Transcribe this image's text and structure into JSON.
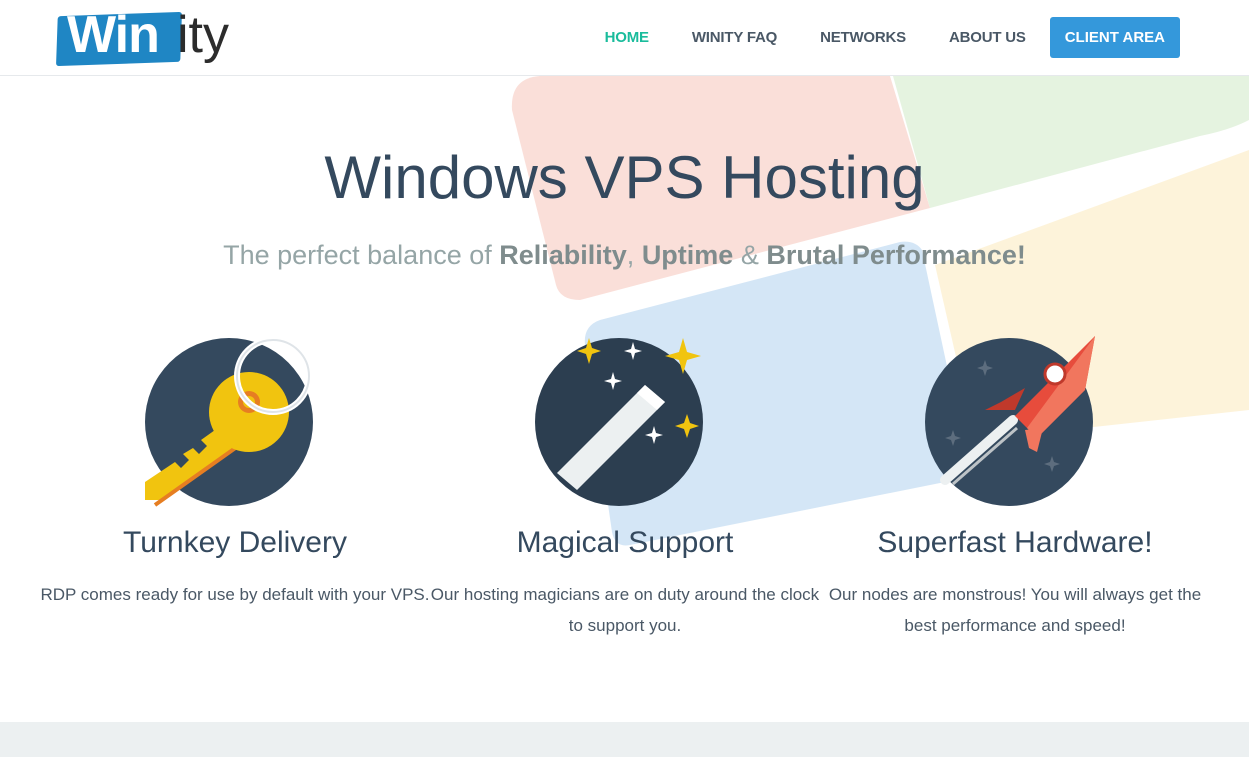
{
  "header": {
    "logo": {
      "part1": "Win",
      "part2": "ity"
    },
    "nav": [
      {
        "label": "HOME",
        "active": true
      },
      {
        "label": "WINITY FAQ",
        "active": false
      },
      {
        "label": "NETWORKS",
        "active": false
      },
      {
        "label": "ABOUT US",
        "active": false
      }
    ],
    "cta": "CLIENT AREA"
  },
  "hero": {
    "title": "Windows VPS Hosting",
    "subtitle": {
      "prefix": "The perfect balance of ",
      "w1": "Reliability",
      "sep1": ", ",
      "w2": "Uptime",
      "sep2": " & ",
      "w3": "Brutal Performance!"
    }
  },
  "features": [
    {
      "icon": "key-icon",
      "title": "Turnkey Delivery",
      "text": "RDP comes ready for use by default with your VPS."
    },
    {
      "icon": "magic-wand-icon",
      "title": "Magical Support",
      "text": "Our hosting magicians are on duty around the clock to support you."
    },
    {
      "icon": "rocket-icon",
      "title": "Superfast Hardware!",
      "text": "Our nodes are monstrous! You will always get the best performance and speed!"
    }
  ],
  "colors": {
    "accent": "#1abc9c",
    "cta": "#3498db",
    "dark": "#34495e",
    "key": "#f1c40f",
    "rocket": "#e74c3c"
  }
}
